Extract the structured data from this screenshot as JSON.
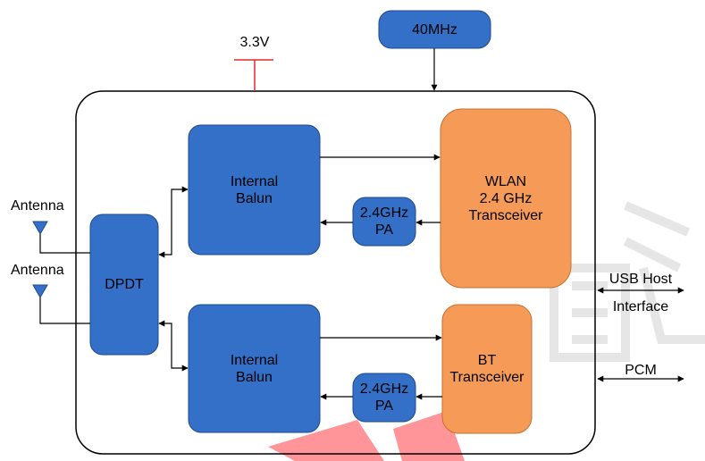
{
  "colors": {
    "blue_block": "#3470c8",
    "blue_border": "#1e4a8a",
    "orange_block": "#f59b57",
    "orange_border": "#c4702e",
    "power_line": "#e0292e",
    "outline": "#000000",
    "watermark": "#e4e4e4",
    "watermark_red": "#ff3c46"
  },
  "labels": {
    "power": "3.3V",
    "clock": "40MHz",
    "internal_balun_top": "Internal\nBalun",
    "internal_balun_bottom": "Internal\nBalun",
    "pa_top": "2.4GHz\nPA",
    "pa_bottom": "2.4GHz\nPA",
    "wlan": "WLAN\n2.4 GHz\nTransceiver",
    "bt": "BT\nTransceiver",
    "dpdt": "DPDT",
    "antenna_top": "Antenna",
    "antenna_bottom": "Antenna",
    "usb_host": "USB Host",
    "interface": "Interface",
    "pcm": "PCM"
  },
  "icons": {
    "antenna": "antenna-icon",
    "arrow": "arrowhead-icon"
  }
}
